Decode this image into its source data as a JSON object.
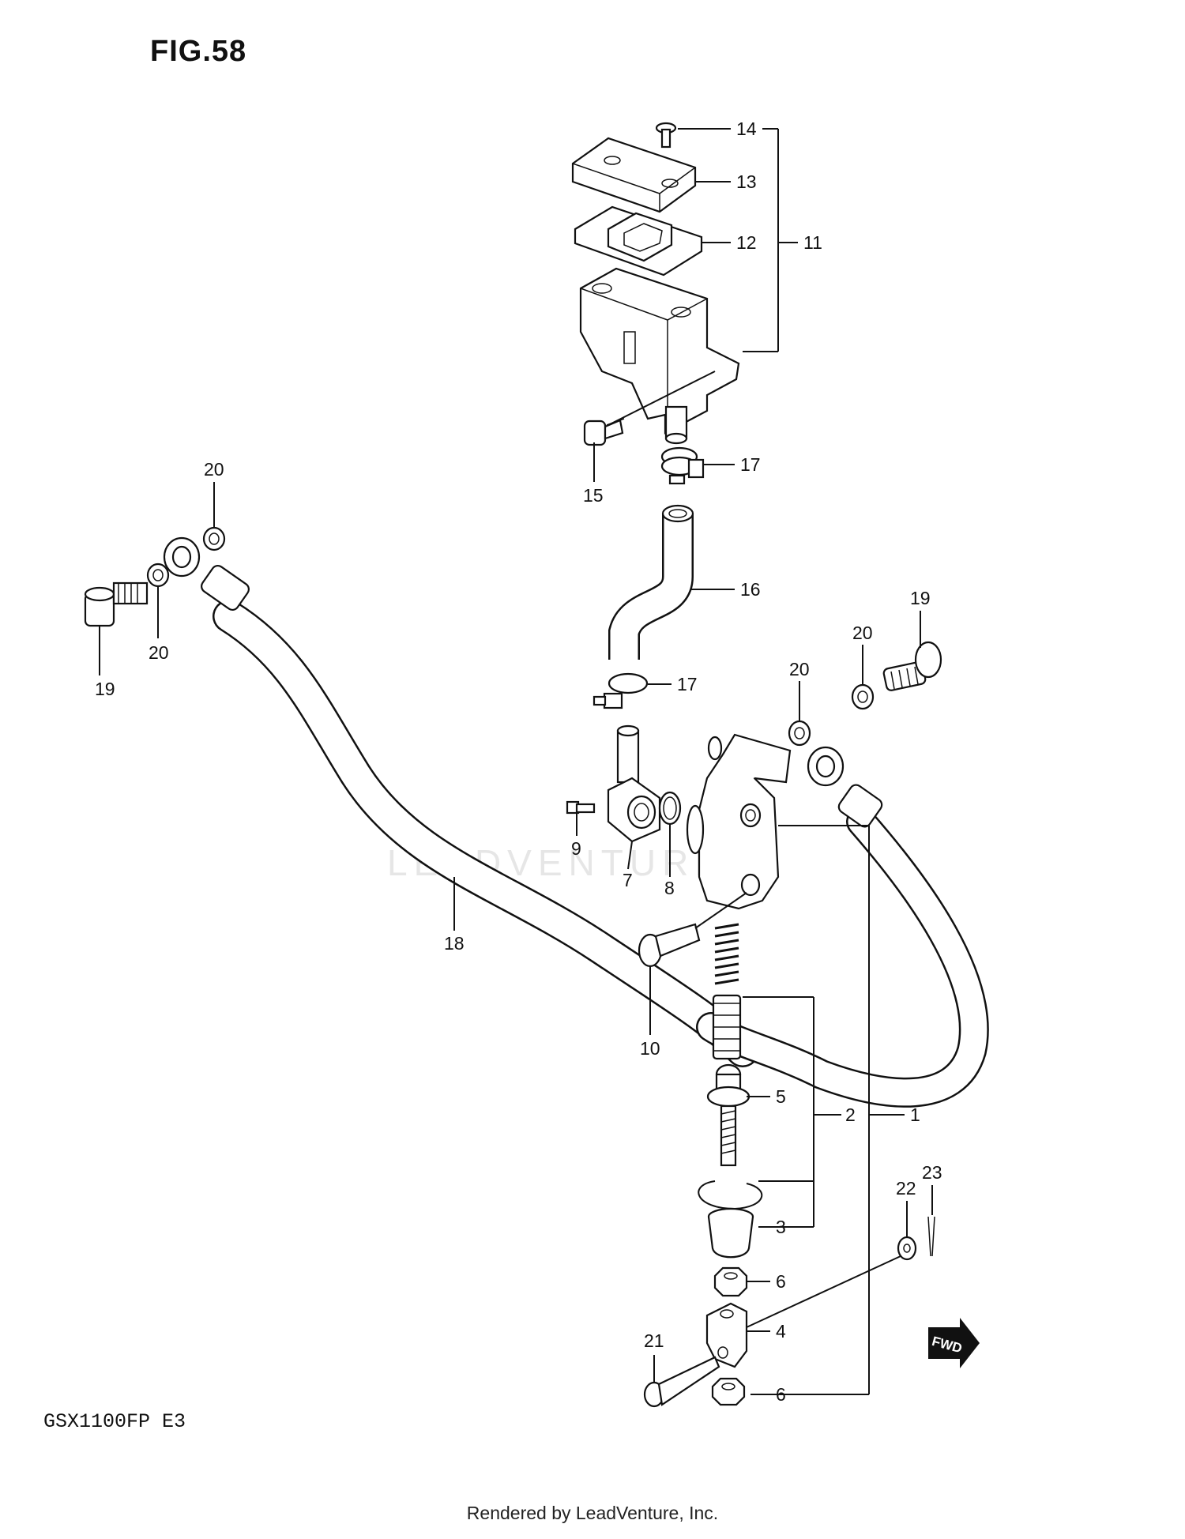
{
  "figure_title": "FIG.58",
  "model_code": "GSX1100FP E3",
  "footer": "Rendered by LeadVenture, Inc.",
  "watermark": "LEADVENTURE",
  "fwd_badge": "FWD",
  "callouts": {
    "c1": "1",
    "c2": "2",
    "c3": "3",
    "c4": "4",
    "c5": "5",
    "c6a": "6",
    "c6b": "6",
    "c7": "7",
    "c8": "8",
    "c9": "9",
    "c10": "10",
    "c11": "11",
    "c12": "12",
    "c13": "13",
    "c14": "14",
    "c15": "15",
    "c16": "16",
    "c17a": "17",
    "c17b": "17",
    "c18": "18",
    "c19a": "19",
    "c19b": "19",
    "c20a": "20",
    "c20b": "20",
    "c20c": "20",
    "c20d": "20",
    "c21": "21",
    "c22": "22",
    "c23": "23"
  }
}
